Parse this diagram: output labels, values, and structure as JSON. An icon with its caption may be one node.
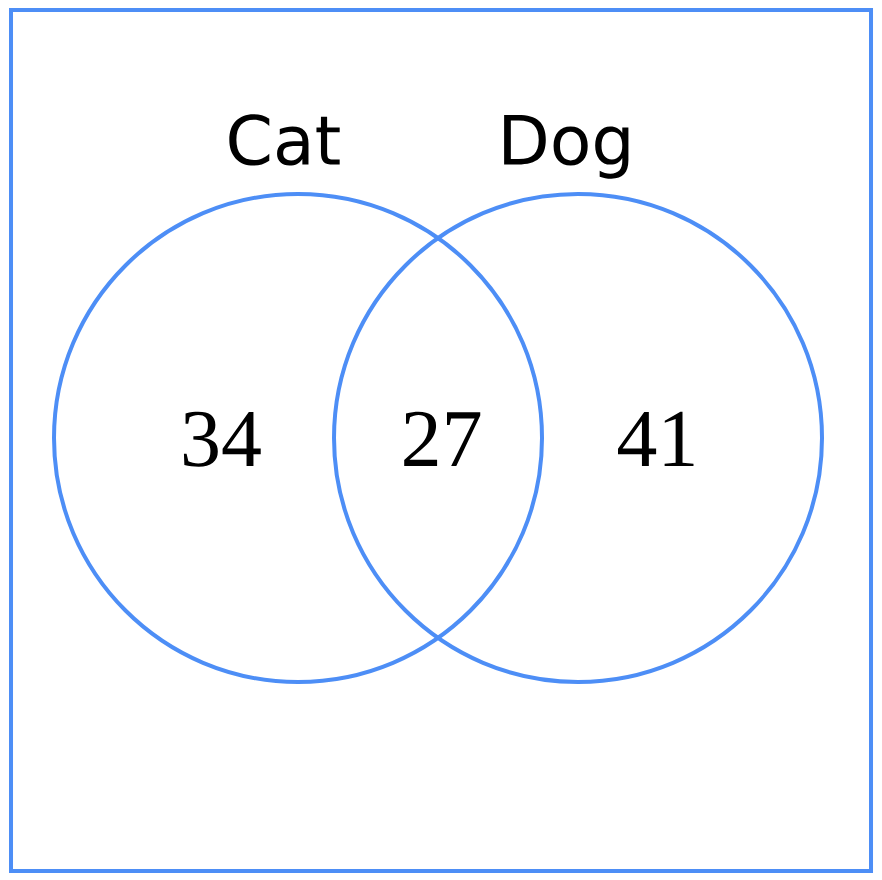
{
  "diagram": {
    "nodes": [
      {
        "text": [],
        "shape": "box"
      },
      {
        "text": [
          "Cat",
          "34"
        ],
        "in": 0
      },
      {
        "text": [
          "Dog",
          "41"
        ],
        "in": 0
      }
    ],
    "labels": [
      "27"
    ]
  }
}
